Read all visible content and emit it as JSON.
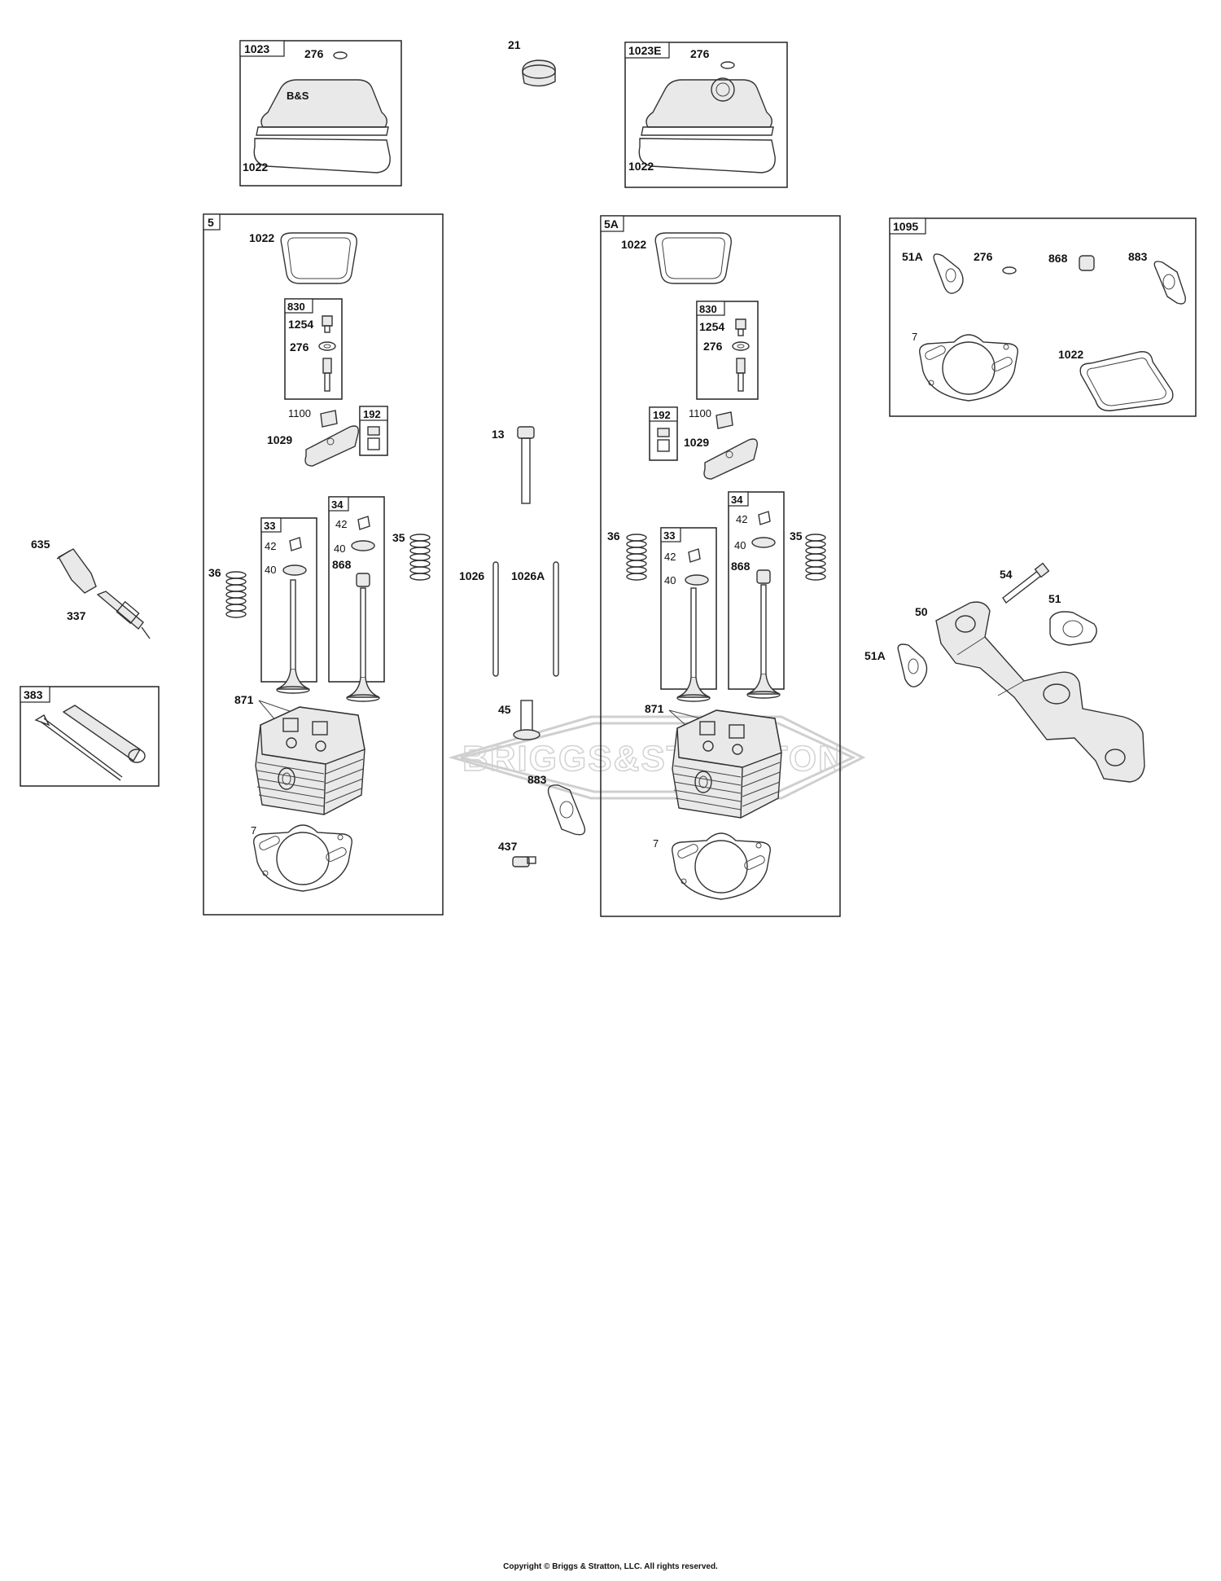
{
  "watermark": "BRIGGS&STRATTON",
  "copyright": "Copyright © Briggs & Stratton, LLC. All rights reserved.",
  "kits": {
    "k1023": "1023",
    "k1023E": "1023E",
    "k5": "5",
    "k5A": "5A",
    "k1095": "1095",
    "k830": "830",
    "k192": "192",
    "k33": "33",
    "k34": "34",
    "k383": "383"
  },
  "parts": {
    "p21": "21",
    "p276": "276",
    "p1022": "1022",
    "p1254": "1254",
    "p1100": "1100",
    "p1029": "1029",
    "p13": "13",
    "p36": "36",
    "p35": "35",
    "p42": "42",
    "p40": "40",
    "p868": "868",
    "p871": "871",
    "p7": "7",
    "p1026": "1026",
    "p1026A": "1026A",
    "p45": "45",
    "p883": "883",
    "p437": "437",
    "p635": "635",
    "p337": "337",
    "p51A": "51A",
    "p54": "54",
    "p50": "50",
    "p51": "51"
  }
}
